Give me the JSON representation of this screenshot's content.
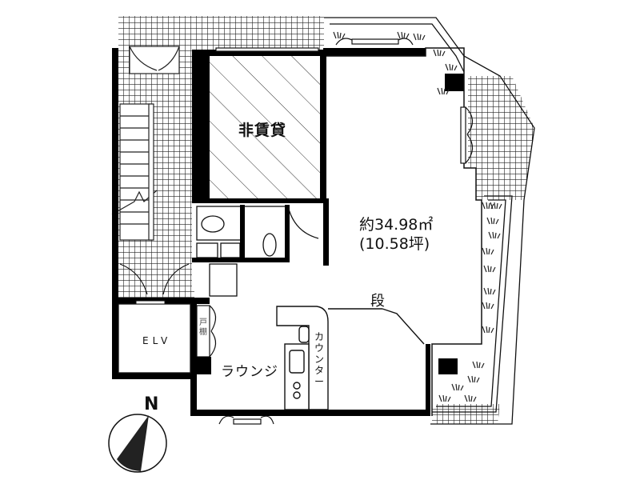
{
  "floorplan": {
    "rooms": {
      "non_rental": {
        "label": "非賃貸"
      },
      "main_room": {
        "area_sqm": "約34.98㎡",
        "area_tsubo": "(10.58坪)"
      },
      "step": {
        "label": "段"
      },
      "elevator": {
        "label": "ELV"
      },
      "lounge": {
        "label": "ラウンジ"
      },
      "closet": {
        "label": "戸棚"
      },
      "counter": {
        "label": "カウンター"
      }
    },
    "compass": {
      "label": "N",
      "icon": "compass-north-icon"
    },
    "colors": {
      "wall": "#000000",
      "line": "#1a1a1a",
      "background": "#ffffff",
      "hatch": "#333333"
    }
  }
}
